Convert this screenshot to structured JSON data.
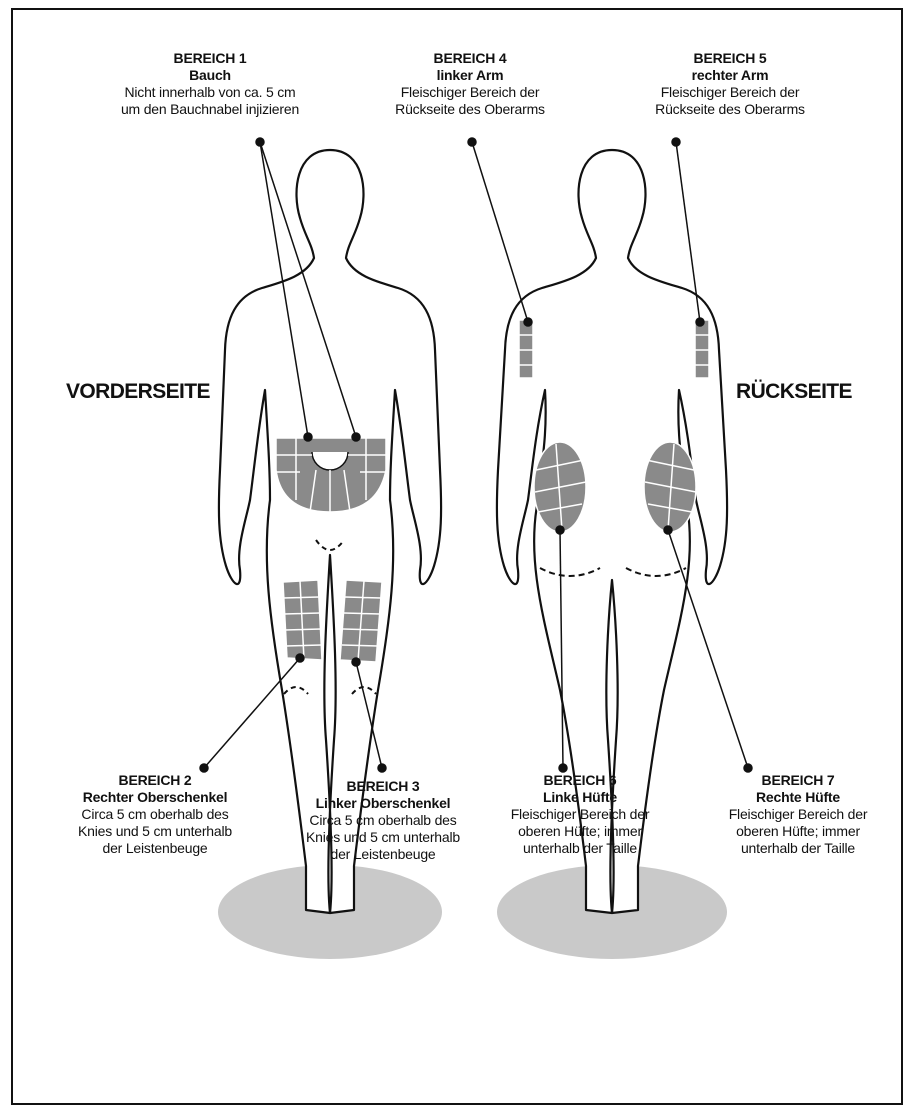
{
  "sides": {
    "front": "VORDERSEITE",
    "back": "RÜCKSEITE"
  },
  "areas": [
    {
      "title": "BEREICH 1",
      "name": "Bauch",
      "desc": [
        "Nicht innerhalb von ca. 5 cm",
        "um den Bauchnabel injizieren"
      ]
    },
    {
      "title": "BEREICH 2",
      "name": "Rechter Oberschenkel",
      "desc": [
        "Circa 5 cm oberhalb des",
        "Knies und 5 cm unterhalb",
        "der Leistenbeuge"
      ]
    },
    {
      "title": "BEREICH 3",
      "name": "Linker Oberschenkel",
      "desc": [
        "Circa 5 cm oberhalb des",
        "Knies und 5 cm unterhalb",
        "der Leistenbeuge"
      ]
    },
    {
      "title": "BEREICH 4",
      "name": "linker Arm",
      "desc": [
        "Fleischiger Bereich der",
        "Rückseite des Oberarms"
      ]
    },
    {
      "title": "BEREICH 5",
      "name": "rechter Arm",
      "desc": [
        "Fleischiger Bereich der",
        "Rückseite des Oberarms"
      ]
    },
    {
      "title": "BEREICH 6",
      "name": "Linke Hüfte",
      "desc": [
        "Fleischiger Bereich der",
        "oberen Hüfte; immer",
        "unterhalb der Taille"
      ]
    },
    {
      "title": "BEREICH 7",
      "name": "Rechte Hüfte",
      "desc": [
        "Fleischiger Bereich der",
        "oberen Hüfte; immer",
        "unterhalb der Taille"
      ]
    }
  ],
  "colors": {
    "zone": "#8a8a8a",
    "shadow": "#c9c9c9",
    "ink": "#111111"
  }
}
